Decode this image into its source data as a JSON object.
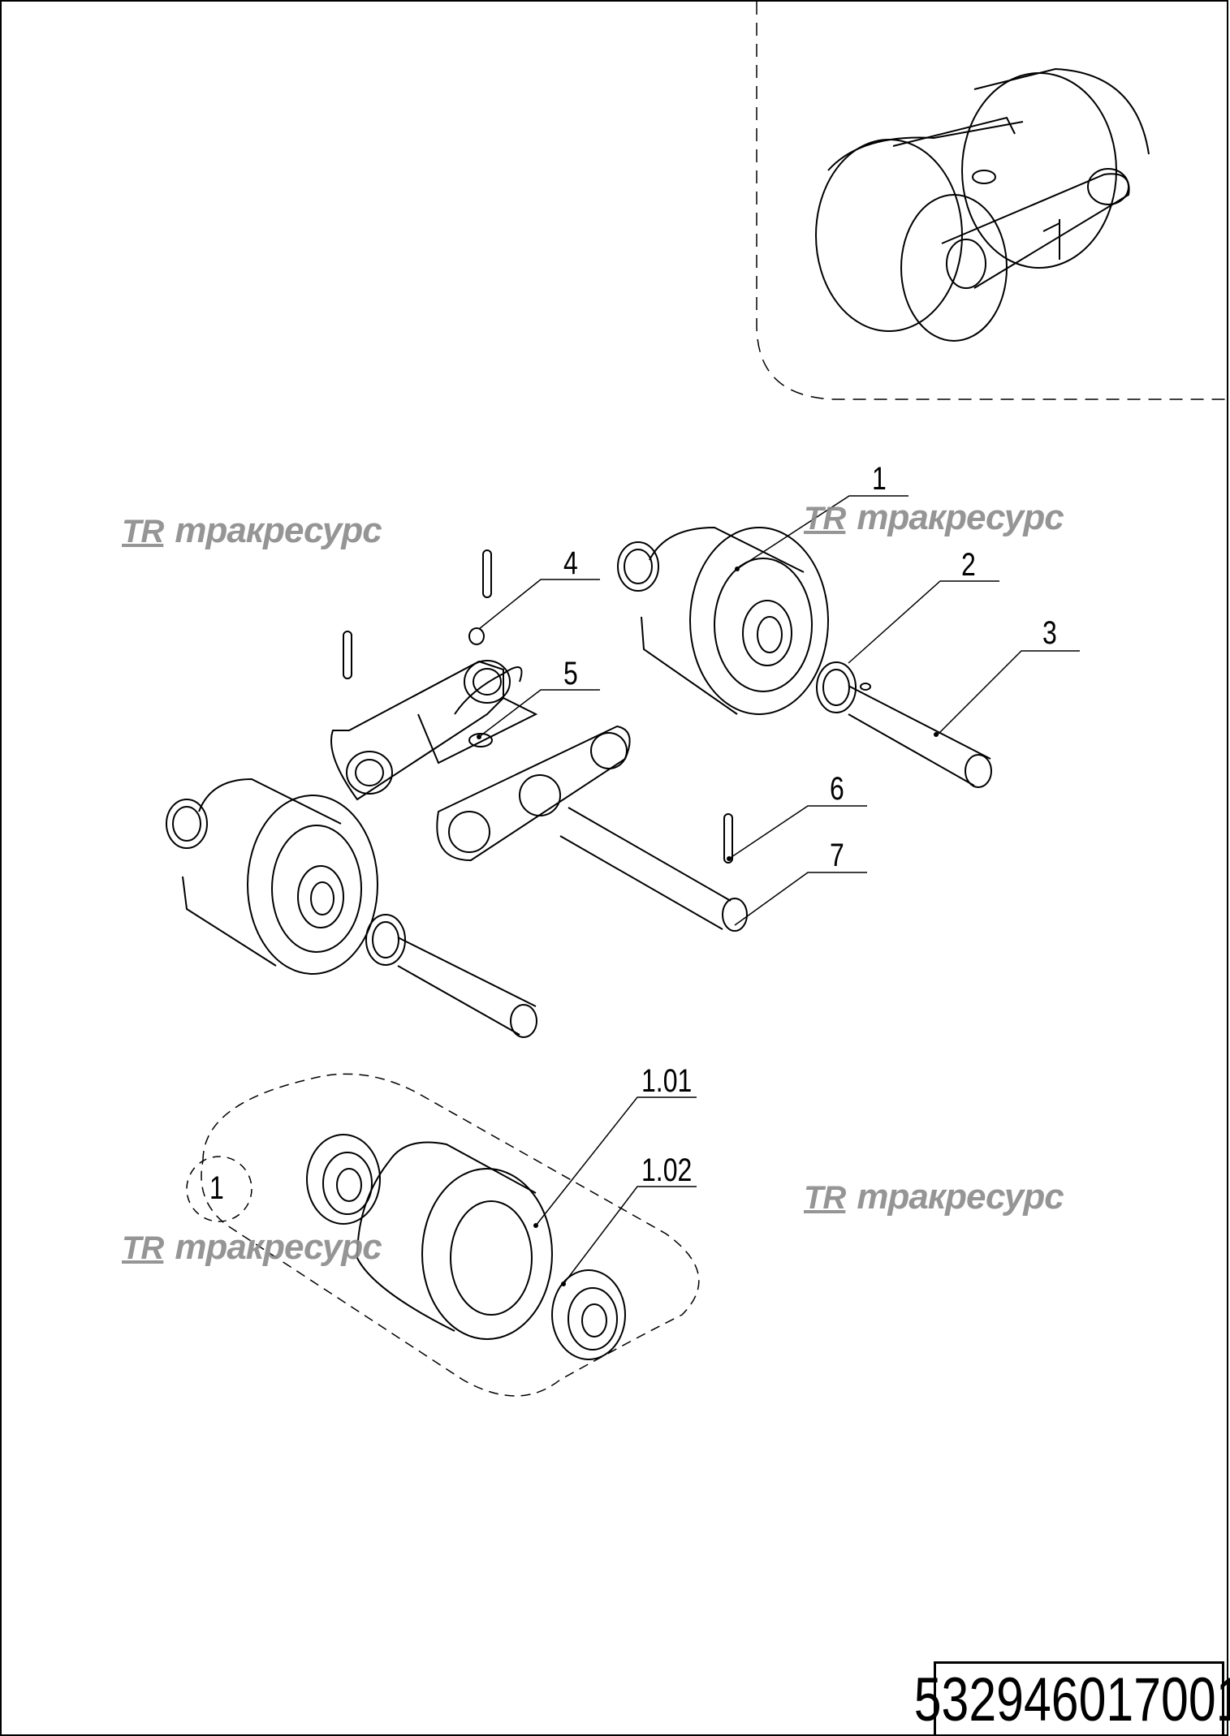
{
  "drawing": {
    "document_number": "532946017001",
    "watermark_logo": "TR",
    "watermark_text": "тракресурс",
    "callouts": [
      "1",
      "2",
      "3",
      "4",
      "5",
      "6",
      "7",
      "1.01",
      "1.02"
    ],
    "detail_reference": "1"
  }
}
